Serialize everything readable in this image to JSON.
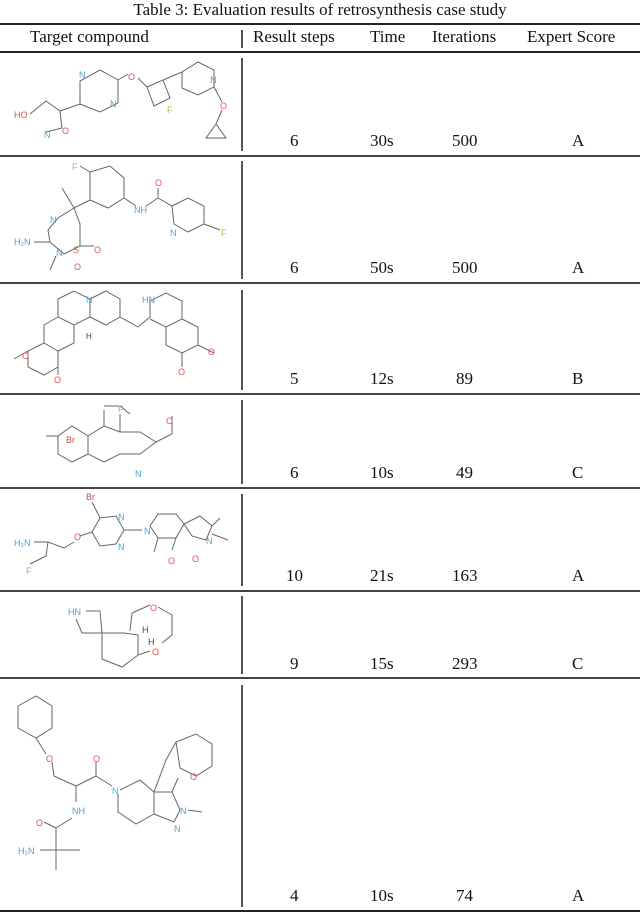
{
  "caption": "Table 3: Evaluation results of retrosynthesis case study",
  "table": {
    "headers": [
      "Target compound",
      "Result steps",
      "Time",
      "Iterations",
      "Expert Score"
    ],
    "rows": [
      {
        "compound": "molecule-1 (hydroxyisoxazole-pyrazine-oxy-fluorocyclobutyl-cyclopropoxypyridine)",
        "steps": "6",
        "time": "30s",
        "iterations": "500",
        "score": "A"
      },
      {
        "compound": "molecule-2 (aminothiadiazine dioxide fluorophenyl fluoropicolinamide)",
        "steps": "6",
        "time": "50s",
        "iterations": "500",
        "score": "A"
      },
      {
        "compound": "molecule-3 (emetine-like tetramethoxy benzoquinolizidine-isoquinoline)",
        "steps": "5",
        "time": "12s",
        "iterations": "89",
        "score": "B"
      },
      {
        "compound": "molecule-4 (bromo-fluoro-pyranoquinoline)",
        "steps": "6",
        "time": "10s",
        "iterations": "49",
        "score": "C"
      },
      {
        "compound": "molecule-5 (bromopyrimidine spiro-lactam aminofluoroalkene)",
        "steps": "10",
        "time": "21s",
        "iterations": "163",
        "score": "A"
      },
      {
        "compound": "molecule-6 (azetidine spiro cyclopenta-dioxepane)",
        "steps": "9",
        "time": "15s",
        "iterations": "293",
        "score": "C"
      },
      {
        "compound": "molecule-7 (benzyloxy serine aminoisobutyramide pyrazolopyridinone)",
        "steps": "4",
        "time": "10s",
        "iterations": "74",
        "score": "A"
      }
    ]
  },
  "atom_labels": {
    "m1": [
      "HO",
      "N",
      "O",
      "N",
      "N",
      "O",
      "F",
      "N",
      "O"
    ],
    "m2": [
      "F",
      "N",
      "H₂N",
      "N",
      "S",
      "O",
      "O",
      "NH",
      "O",
      "N",
      "F"
    ],
    "m3": [
      "N",
      "H",
      "HN",
      "O",
      "O",
      "O",
      "O"
    ],
    "m4": [
      "F",
      "O",
      "Br",
      "N"
    ],
    "m5": [
      "Br",
      "N",
      "N",
      "O",
      "H₂N",
      "F",
      "N",
      "O",
      "N",
      "O"
    ],
    "m6": [
      "HN",
      "O",
      "H",
      "H",
      "O"
    ],
    "m7": [
      "O",
      "O",
      "N",
      "O",
      "NH",
      "O",
      "H₂N",
      "N",
      "N"
    ]
  },
  "colors": {
    "nitrogen": "#4aa3df",
    "oxygen": "#e8504f",
    "fluorine": "#8cc63f",
    "bromine": "#c0504d",
    "bond": "#555555",
    "rule": "#222222"
  }
}
